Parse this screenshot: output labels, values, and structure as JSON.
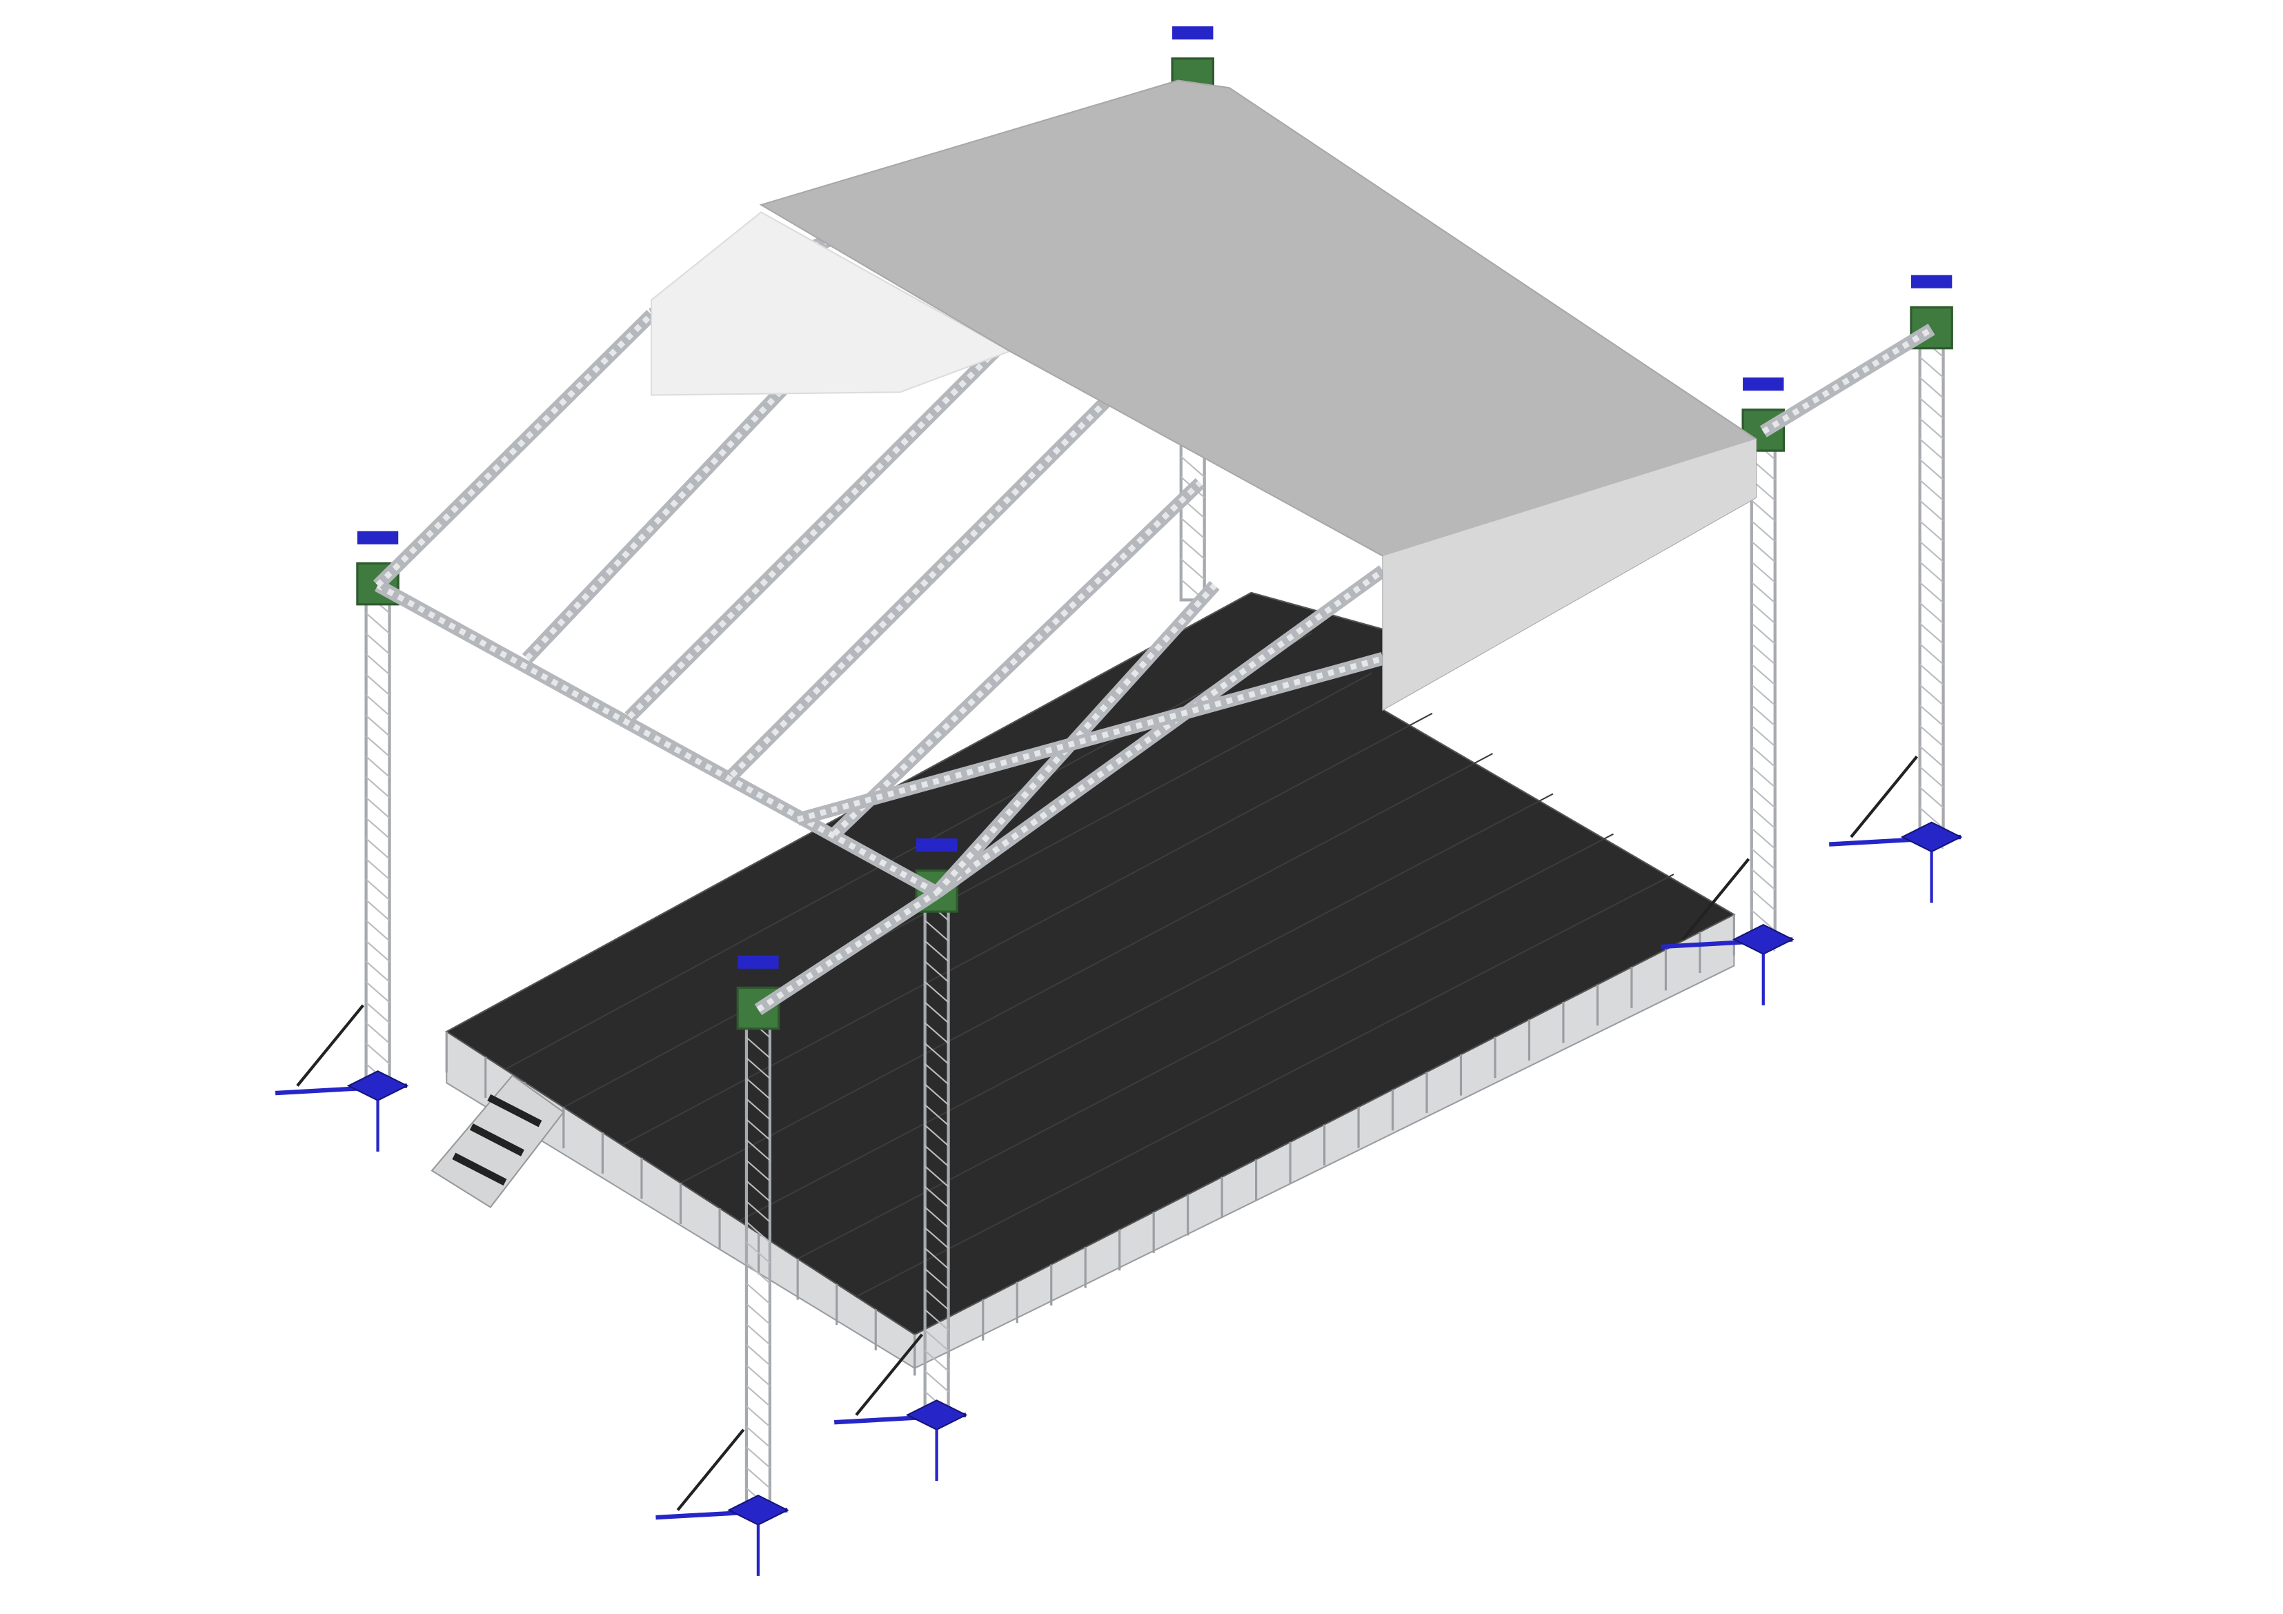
{
  "scene": {
    "subject": "stage-truss-roof-structure",
    "colors": {
      "background": "#ffffff",
      "roof": "#b8b8b8",
      "roof_light": "#ececec",
      "deck": "#2b2b2b",
      "truss": "#b9bcc0",
      "base_plate": "#2626c8",
      "corner_block": "#3f7a3f"
    },
    "icons": [
      "truss-tower",
      "roof-canopy",
      "stage-deck",
      "stairs",
      "outrigger-base"
    ]
  }
}
